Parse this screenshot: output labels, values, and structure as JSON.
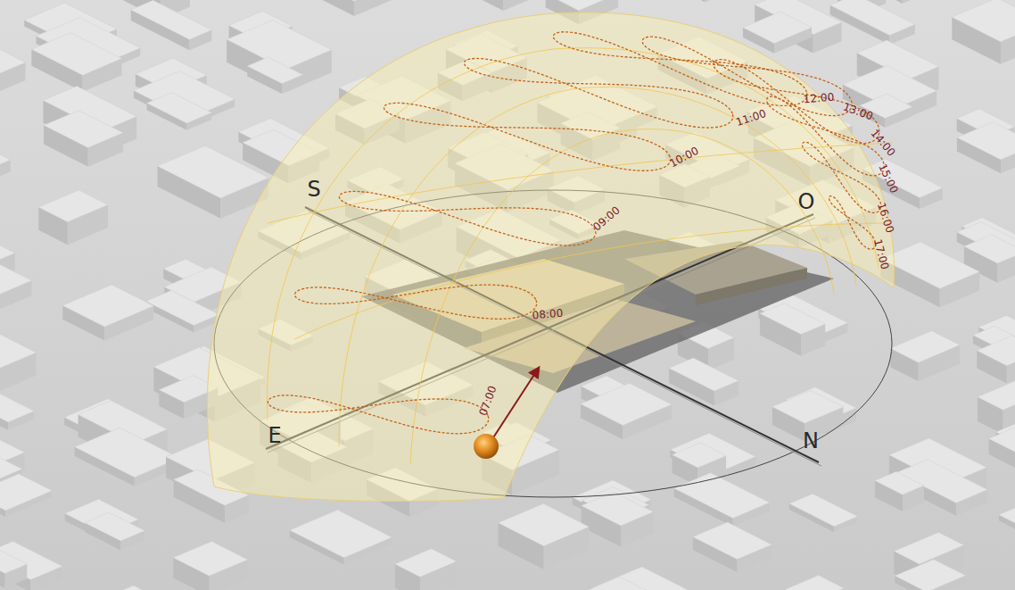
{
  "diagram": {
    "labels": [
      "S",
      "O",
      "11:00",
      "12:00",
      "13:00",
      "14:00",
      "10:00",
      "15:00",
      "16:00",
      "09:00",
      "17:00",
      "08:00",
      "07:00",
      "E",
      "N"
    ]
  }
}
